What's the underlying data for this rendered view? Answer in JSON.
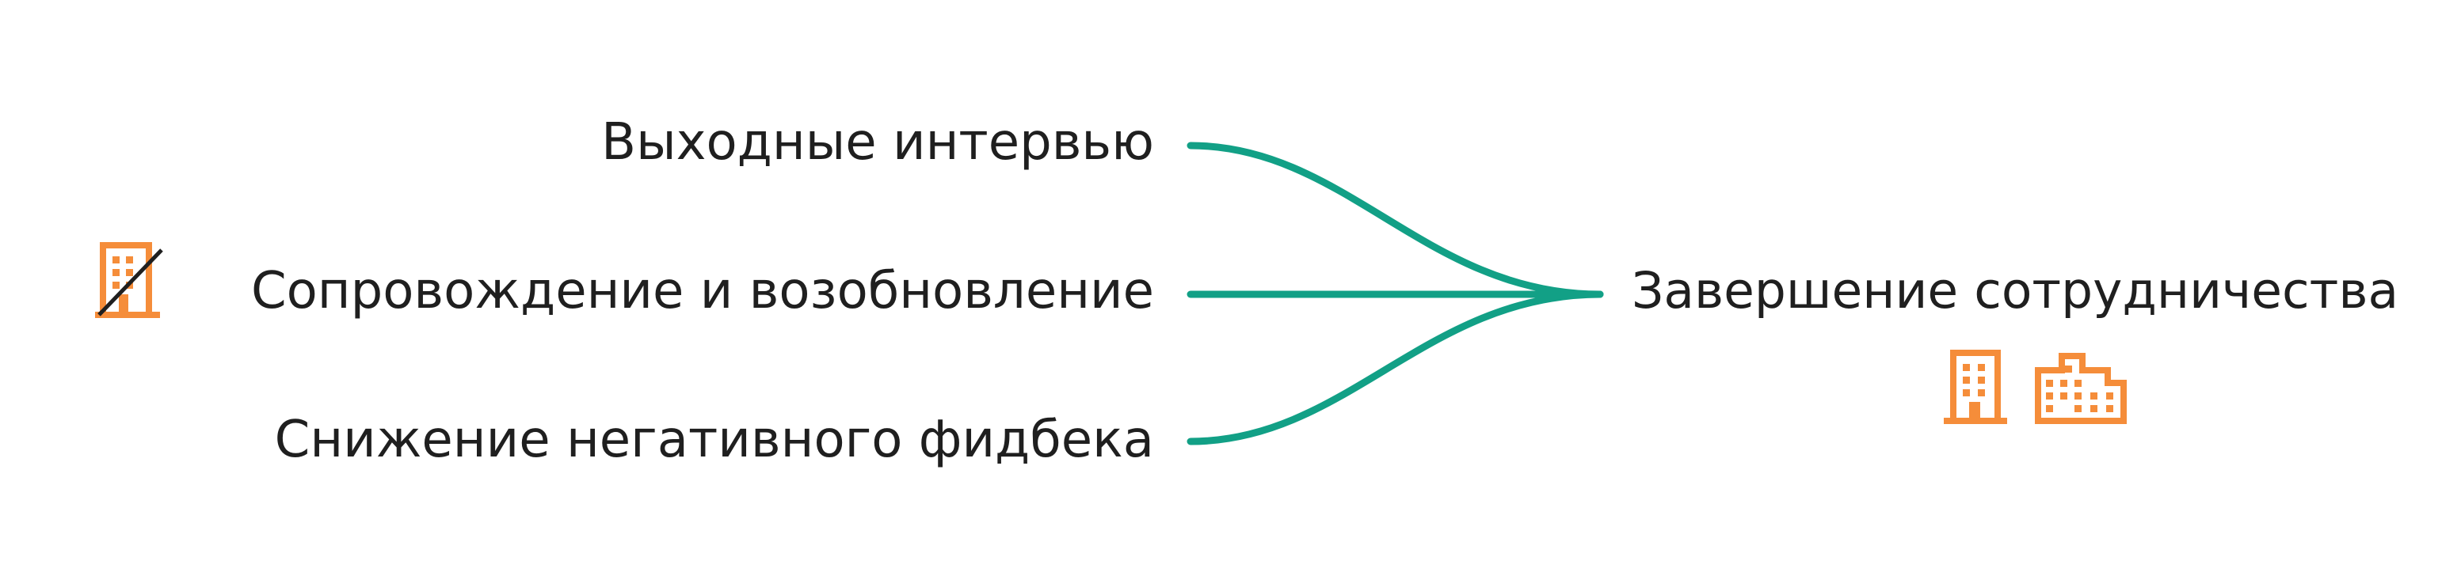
{
  "diagram": {
    "sources": [
      {
        "label": "Выходные интервью"
      },
      {
        "label": "Сопровождение и возобновление",
        "icon": "building-crossed-out-icon"
      },
      {
        "label": "Снижение негативного фидбека"
      }
    ],
    "target": {
      "label": "Завершение сотрудничества",
      "icons": [
        "building-icon",
        "buildings-icon"
      ]
    },
    "colors": {
      "connector": "#12a086",
      "icon": "#f58d3a",
      "text": "#1f1f1f"
    }
  }
}
